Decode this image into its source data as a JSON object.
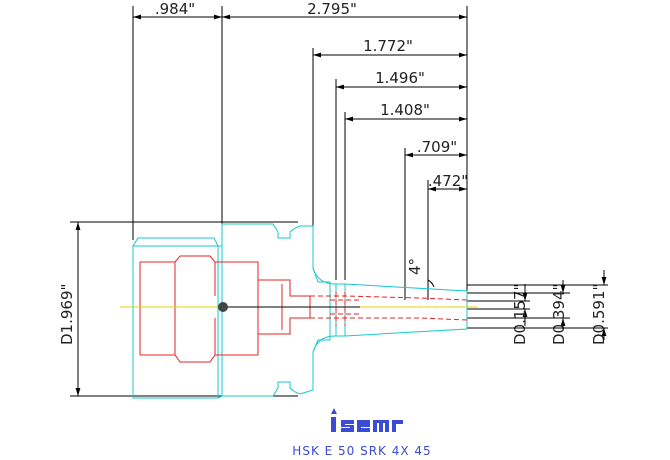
{
  "dimensions": {
    "d984": ".984\"",
    "d2795": "2.795\"",
    "d1772": "1.772\"",
    "d1496": "1.496\"",
    "d1408": "1.408\"",
    "d709": ".709\"",
    "d472": ".472\"",
    "angle": "4°",
    "dD1969": "D1.969\"",
    "dD0157": "D0.157\"",
    "dD0394": "D0.394\"",
    "dD0591": "D0.591\""
  },
  "part": {
    "code": "HSK E 50 SRK 4X 45"
  },
  "colors": {
    "outline": "#16c8d0",
    "inner": "#e32525",
    "centerline": "#e8d200",
    "brand": "#3a4bd6"
  }
}
